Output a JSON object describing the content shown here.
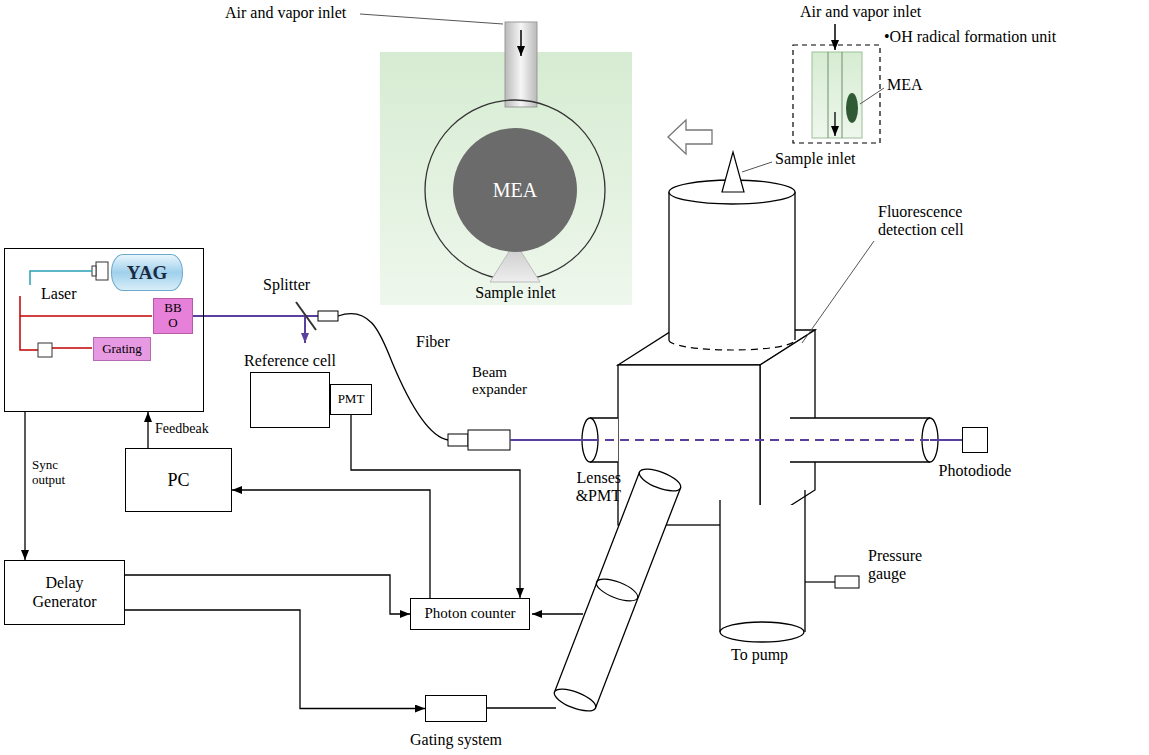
{
  "diagram": {
    "nodes": [
      {
        "text": [
          "MEA"
        ]
      },
      {
        "text": [
          "Laser"
        ]
      },
      {
        "text": [
          "YAG"
        ],
        "in": 1
      },
      {
        "text": [
          "BB O"
        ],
        "in": 1
      },
      {
        "text": [
          "Grating"
        ],
        "in": 1
      },
      {
        "text": [
          "Reference cell"
        ]
      },
      {
        "text": [
          "PMT"
        ]
      },
      {
        "text": [
          "Photodiode"
        ]
      },
      {
        "text": [
          "PC"
        ]
      },
      {
        "text": [
          "Delay Generator"
        ]
      },
      {
        "text": [
          "Photon counter"
        ]
      },
      {
        "text": [
          "Gating system"
        ]
      }
    ],
    "edges": [
      {
        "from": 1,
        "to": 9,
        "label": "Sync output",
        "arrow": "to"
      },
      {
        "from": 8,
        "to": 1,
        "label": "Feedbeak",
        "arrow": "to"
      },
      {
        "from": 6,
        "to": 10,
        "arrow": "to"
      },
      {
        "from": 10,
        "to": 8,
        "arrow": "to"
      },
      {
        "from": 9,
        "to": 10,
        "arrow": "to"
      },
      {
        "from": 9,
        "to": 11,
        "arrow": "to"
      }
    ],
    "labels": [
      "Air and vapor inlet",
      "Air and vapor inlet",
      "•OH radical formation unit",
      "MEA",
      "Sample inlet",
      "Splitter",
      "Fiber",
      "Beam expander",
      "Fluorescence detection cell",
      "Sample inlet",
      "Lenses &PMT",
      "Pressure gauge",
      "To pump"
    ]
  }
}
